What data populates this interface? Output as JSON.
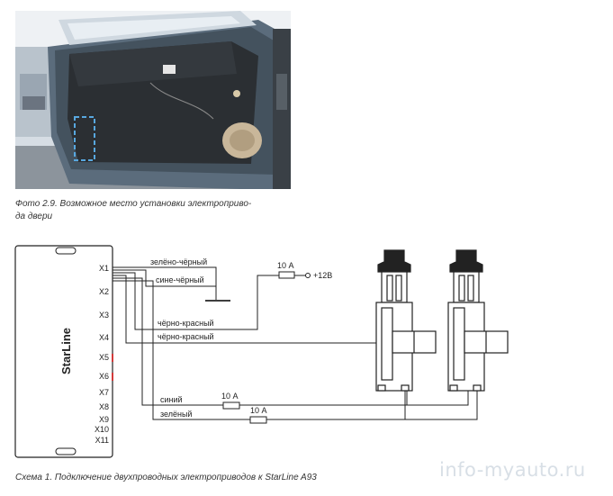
{
  "photo": {
    "description_icon": "car-door-photo"
  },
  "captions": {
    "photo_line1": "Фото 2.9. Возможное место установки электроприво-",
    "photo_line2": "да двери",
    "schema": "Схема 1. Подключение двухпроводных электроприводов к StarLine A93"
  },
  "watermark": "info-myauto.ru",
  "controller": {
    "brand": "StarLine",
    "pins": [
      "X1",
      "X2",
      "X3",
      "X4",
      "X5",
      "X6",
      "X7",
      "X8",
      "X9",
      "X10",
      "X11"
    ]
  },
  "wires": {
    "green_black": "зелёно-чёрный",
    "blue_black": "сине-чёрный",
    "black_red_1": "чёрно-красный",
    "black_red_2": "чёрно-красный",
    "blue": "синий",
    "green": "зелёный"
  },
  "fuses": {
    "power": "10 А",
    "blue": "10 А",
    "green": "10 А"
  },
  "power": "+12В",
  "colors": {
    "line": "#222222",
    "x5_accent": "#d23a3a",
    "caption": "#333333",
    "watermark": "#d8dfe6"
  }
}
